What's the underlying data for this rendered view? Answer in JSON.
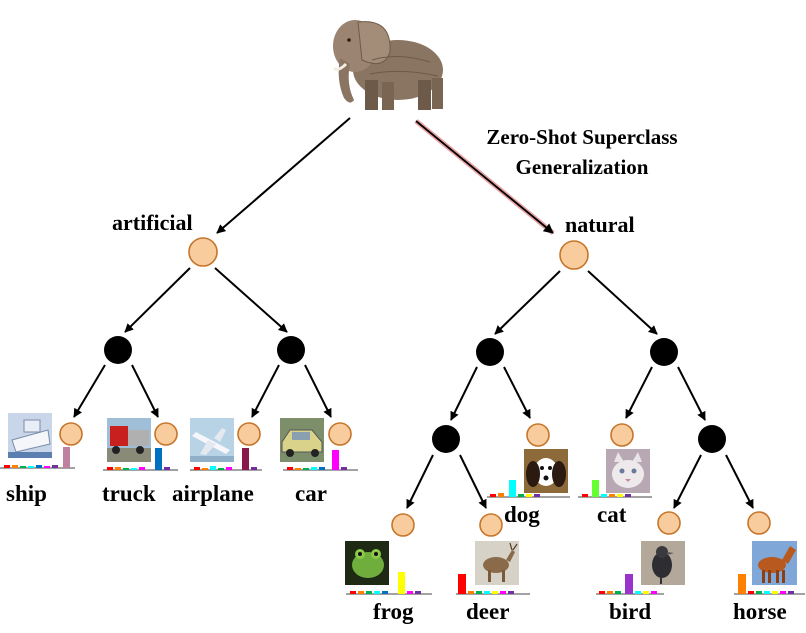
{
  "annotation": {
    "line1": "Zero-Shot Superclass",
    "line2": "Generalization"
  },
  "superclasses": {
    "artificial": "artificial",
    "natural": "natural"
  },
  "classes": {
    "ship": "ship",
    "truck": "truck",
    "airplane": "airplane",
    "car": "car",
    "frog": "frog",
    "deer": "deer",
    "dog": "dog",
    "cat": "cat",
    "bird": "bird",
    "horse": "horse"
  },
  "icons": {
    "query": "elephant-image",
    "ship": "ship-image",
    "truck": "truck-image",
    "airplane": "airplane-image",
    "car": "car-image",
    "frog": "frog-image",
    "deer": "deer-image",
    "dog": "dog-image",
    "cat": "cat-image",
    "bird": "bird-image",
    "horse": "horse-image"
  },
  "colors": {
    "superclass_node_fill": "#f9cc9d",
    "superclass_node_stroke": "#c6752a",
    "internal_node_fill": "#000000",
    "highlight_edge": "#e8a1a4",
    "edge": "#000000",
    "histogram_palette": [
      "#ff0000",
      "#ff8000",
      "#00b050",
      "#00ffff",
      "#0070c0",
      "#8b1a4a",
      "#ff00ff",
      "#ffff00",
      "#7030a0",
      "#9933cc",
      "#c080a0"
    ]
  }
}
